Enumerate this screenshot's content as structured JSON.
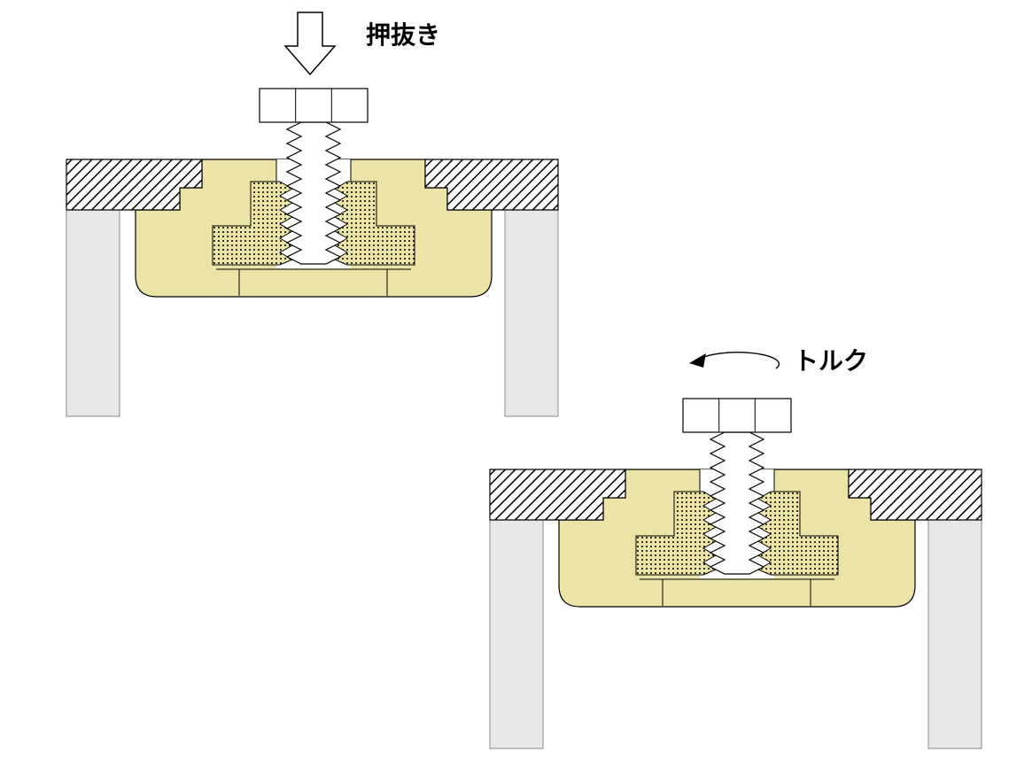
{
  "page": {
    "background_color": "#ffffff"
  },
  "figure": {
    "panels": [
      {
        "id": "push-out",
        "label": "押抜き",
        "arrow_icon": "down-block-arrow-icon"
      },
      {
        "id": "torque",
        "label": "トルク",
        "arrow_icon": "rotation-arrow-icon"
      }
    ]
  },
  "colors": {
    "page_bg": "#ffffff",
    "nut_body": "#ece3a7",
    "support_block": "#e8e8e8",
    "outline": "#000000",
    "hatch_lines": "#000000",
    "bolt_fill": "#ffffff"
  }
}
